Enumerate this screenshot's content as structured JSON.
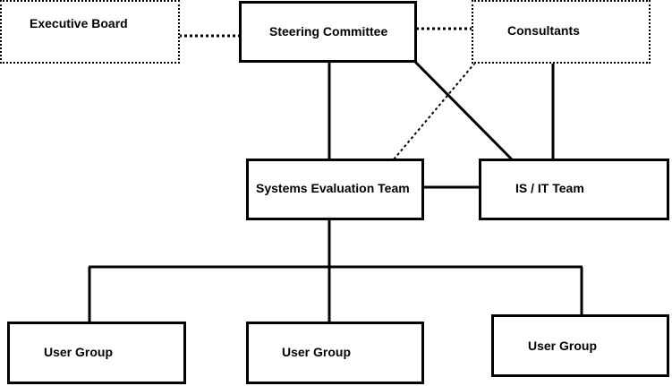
{
  "diagram": {
    "nodes": {
      "executive_board": "Executive Board",
      "steering_committee": "Steering Committee",
      "consultants": "Consultants",
      "systems_evaluation_team": "Systems Evaluation Team",
      "is_it_team": "IS / IT Team",
      "user_group_1": "User Group",
      "user_group_2": "User Group",
      "user_group_3": "User Group"
    },
    "edges": [
      {
        "from": "executive_board",
        "to": "steering_committee",
        "style": "dotted"
      },
      {
        "from": "steering_committee",
        "to": "consultants",
        "style": "dotted"
      },
      {
        "from": "steering_committee",
        "to": "systems_evaluation_team",
        "style": "solid"
      },
      {
        "from": "steering_committee",
        "to": "is_it_team",
        "style": "solid"
      },
      {
        "from": "consultants",
        "to": "is_it_team",
        "style": "solid"
      },
      {
        "from": "consultants",
        "to": "systems_evaluation_team",
        "style": "dotted"
      },
      {
        "from": "systems_evaluation_team",
        "to": "is_it_team",
        "style": "solid"
      },
      {
        "from": "systems_evaluation_team",
        "to": "user_group_1",
        "style": "solid"
      },
      {
        "from": "systems_evaluation_team",
        "to": "user_group_2",
        "style": "solid"
      },
      {
        "from": "systems_evaluation_team",
        "to": "user_group_3",
        "style": "solid"
      }
    ],
    "colors": {
      "line": "#000000",
      "background": "#ffffff"
    }
  }
}
